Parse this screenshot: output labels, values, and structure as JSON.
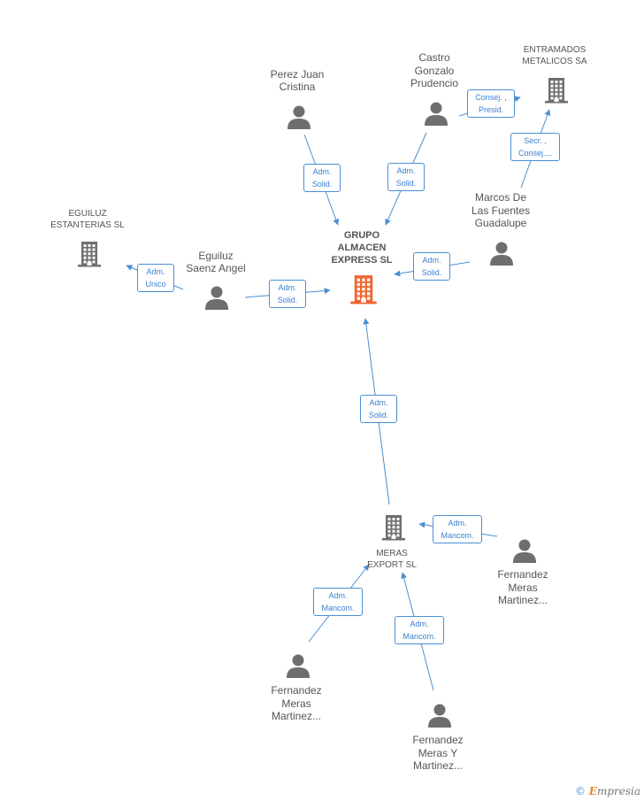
{
  "diagram": {
    "nodes": [
      {
        "id": "grupo",
        "label": "GRUPO\nALMACEN\nEXPRESS SL",
        "kind": "company-main"
      },
      {
        "id": "perez",
        "label": "Perez Juan\nCristina",
        "kind": "person"
      },
      {
        "id": "castro",
        "label": "Castro\nGonzalo\nPrudencio",
        "kind": "person"
      },
      {
        "id": "entramados",
        "label": "ENTRAMADOS\nMETALICOS SA",
        "kind": "company"
      },
      {
        "id": "marcos",
        "label": "Marcos De\nLas Fuentes\nGuadalupe",
        "kind": "person"
      },
      {
        "id": "eguiluz_sl",
        "label": "EGUILUZ\nESTANTERIAS SL",
        "kind": "company"
      },
      {
        "id": "eguiluz_p",
        "label": "Eguiluz\nSaenz Angel",
        "kind": "person"
      },
      {
        "id": "meras",
        "label": "MERAS\nEXPORT SL",
        "kind": "company"
      },
      {
        "id": "fern1",
        "label": "Fernandez\nMeras\nMartinez...",
        "kind": "person"
      },
      {
        "id": "fern2",
        "label": "Fernandez\nMeras\nMartinez...",
        "kind": "person"
      },
      {
        "id": "fern3",
        "label": "Fernandez\nMeras Y\nMartinez...",
        "kind": "person"
      }
    ],
    "edges": [
      {
        "from": "perez",
        "to": "grupo",
        "label": "Adm.\nSolid."
      },
      {
        "from": "castro",
        "to": "grupo",
        "label": "Adm.\nSolid."
      },
      {
        "from": "castro",
        "to": "entramados",
        "label": "Consej. ,\nPresid."
      },
      {
        "from": "marcos",
        "to": "entramados",
        "label": "Secr. ,\nConsej...."
      },
      {
        "from": "marcos",
        "to": "grupo",
        "label": "Adm.\nSolid."
      },
      {
        "from": "eguiluz_p",
        "to": "eguiluz_sl",
        "label": "Adm.\nUnico"
      },
      {
        "from": "eguiluz_p",
        "to": "grupo",
        "label": "Adm.\nSolid."
      },
      {
        "from": "meras",
        "to": "grupo",
        "label": "Adm.\nSolid."
      },
      {
        "from": "fern1",
        "to": "meras",
        "label": "Adm.\nMancom."
      },
      {
        "from": "fern2",
        "to": "meras",
        "label": "Adm.\nMancom."
      },
      {
        "from": "fern3",
        "to": "meras",
        "label": "Adm.\nMancom."
      }
    ]
  },
  "colors": {
    "edge": "#4a8fd4",
    "icon": "#6e6e6e",
    "main_icon": "#f0652f",
    "text": "#555555"
  },
  "brand": {
    "copyright": "©",
    "name": "mpresia",
    "initial": "E"
  }
}
